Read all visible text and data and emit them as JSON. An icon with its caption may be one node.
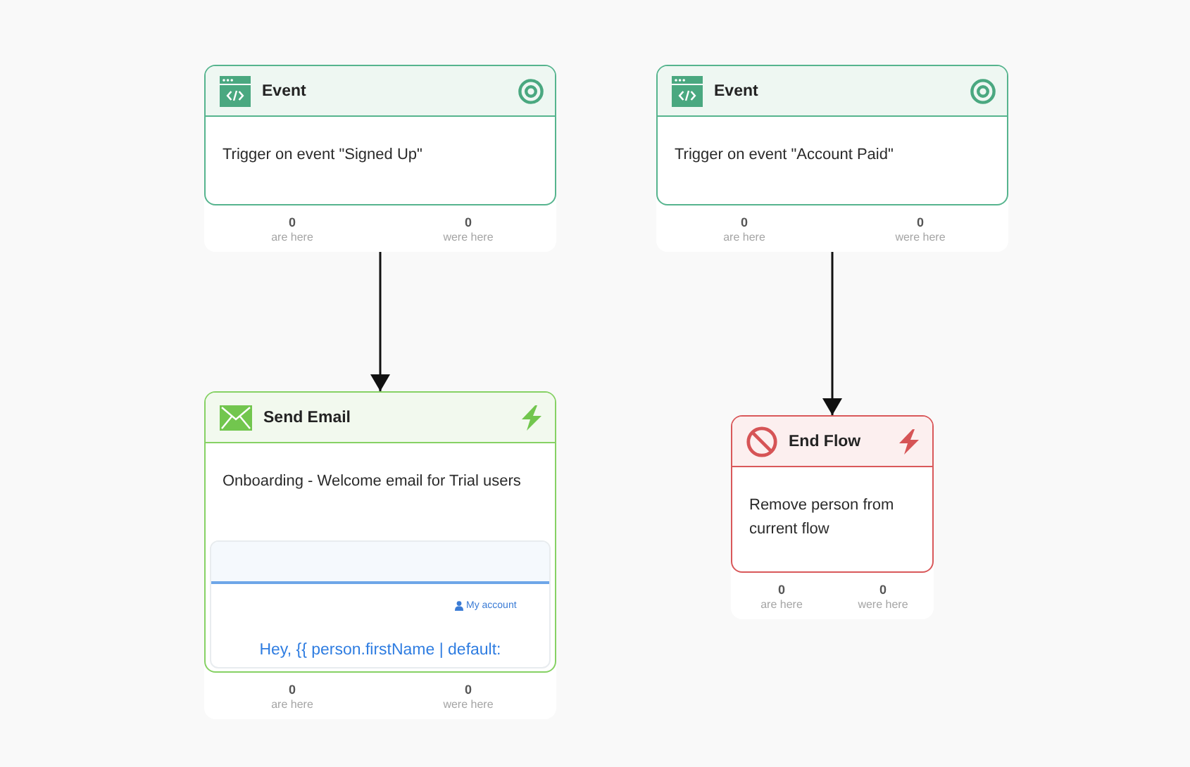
{
  "diagram": {
    "nodes": [
      {
        "text": [
          "Event",
          "Trigger on event \"Signed Up\"",
          "0",
          "are here",
          "0",
          "were here"
        ]
      },
      {
        "text": [
          "Event",
          "Trigger on event \"Account Paid\"",
          "0",
          "are here",
          "0",
          "were here"
        ]
      },
      {
        "text": [
          "Send Email",
          "Onboarding - Welcome email for Trial users",
          "0",
          "are here",
          "0",
          "were here"
        ]
      },
      {
        "text": [
          "My account",
          "Hey, {{ person.firstName | default:"
        ],
        "in": 2
      },
      {
        "text": [
          "End Flow",
          "Remove person from current flow",
          "0",
          "are here",
          "0",
          "were here"
        ]
      }
    ],
    "edges": [
      {
        "from": 0,
        "to": 2,
        "arrow": "to"
      },
      {
        "from": 1,
        "to": 4,
        "arrow": "to"
      }
    ]
  }
}
